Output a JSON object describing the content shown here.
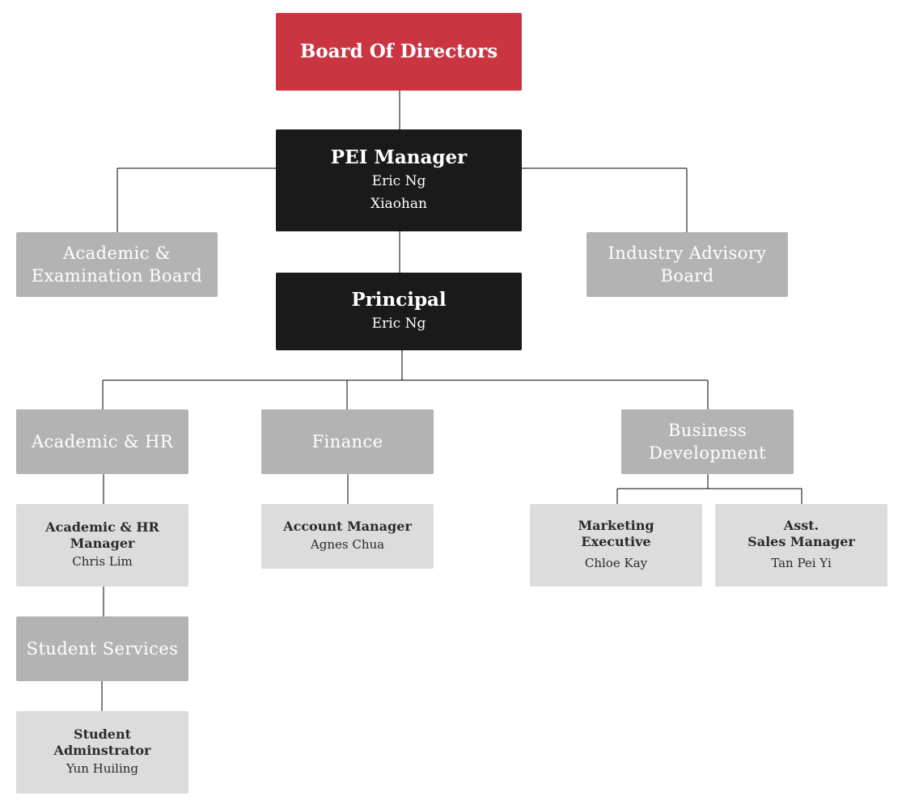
{
  "board": {
    "title": "Board Of Directors"
  },
  "pei": {
    "title": "PEI Manager",
    "names": [
      "Eric Ng",
      "Xiaohan"
    ]
  },
  "academic_board": {
    "lines": [
      "Academic &",
      "Examination Board"
    ]
  },
  "industry_board": {
    "lines": [
      "Industry Advisory",
      "Board"
    ]
  },
  "principal": {
    "title": "Principal",
    "name": "Eric Ng"
  },
  "departments": {
    "academic_hr": "Academic & HR",
    "finance": "Finance",
    "business_dev": [
      "Business",
      "Development"
    ],
    "student_services": "Student Services"
  },
  "staff": {
    "academic_hr_manager": {
      "role": [
        "Academic & HR",
        "Manager"
      ],
      "name": "Chris Lim"
    },
    "account_manager": {
      "role": "Account Manager",
      "name": "Agnes Chua"
    },
    "marketing_executive": {
      "role": [
        "Marketing",
        "Executive"
      ],
      "name": "Chloe Kay"
    },
    "asst_sales_manager": {
      "role": [
        "Asst.",
        "Sales Manager"
      ],
      "name": "Tan Pei Yi"
    },
    "student_administrator": {
      "role": [
        "Student",
        "Adminstrator"
      ],
      "name": "Yun Huiling"
    }
  },
  "colors": {
    "board": "#cb3542",
    "executive": "#1a1a1a",
    "department": "#b3b3b3",
    "staff": "#dcdcdc",
    "connector": "#000000"
  }
}
